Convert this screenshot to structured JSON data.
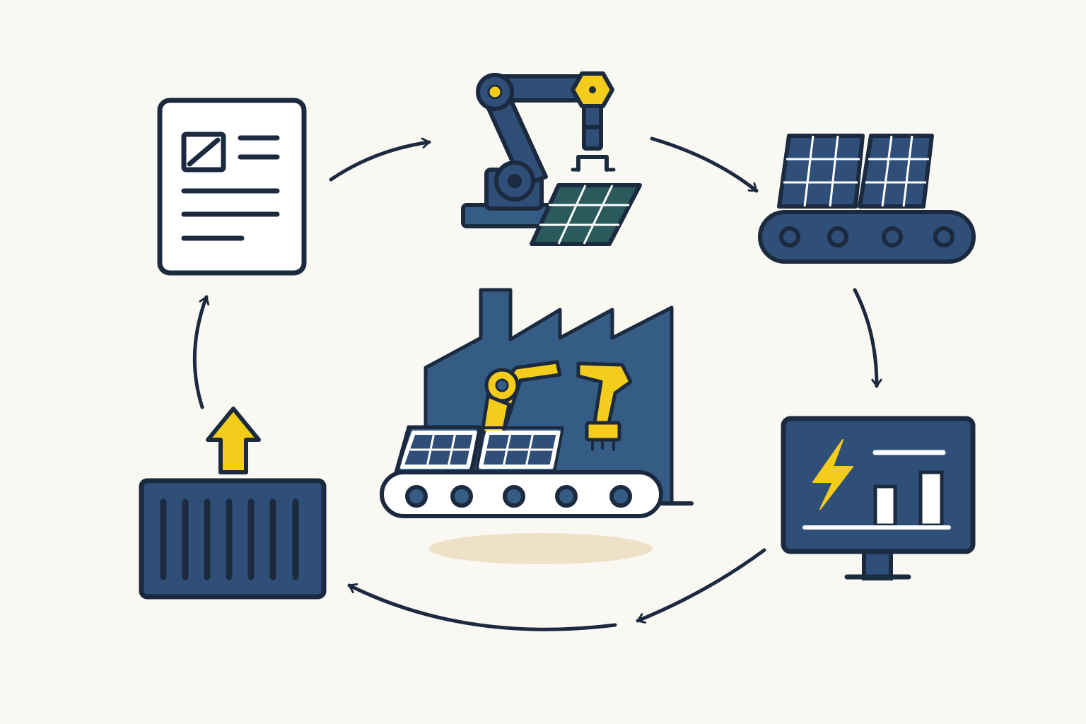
{
  "colors": {
    "background": "#faf8f3",
    "outline": "#1b2a3f",
    "navy": "#2f4f78",
    "panel": "#355c84",
    "accent": "#f4cc1c",
    "white": "#ffffff",
    "shadow": "#efe0c8"
  },
  "nodes": [
    {
      "id": "order-document",
      "icon": "document-icon"
    },
    {
      "id": "robotic-arm",
      "icon": "robot-arm-icon"
    },
    {
      "id": "conveyor",
      "icon": "conveyor-icon"
    },
    {
      "id": "energy-monitor",
      "icon": "monitor-icon"
    },
    {
      "id": "shipping-container",
      "icon": "container-icon"
    }
  ],
  "center": {
    "icon": "factory-icon"
  },
  "flow": [
    {
      "from": "order-document",
      "to": "robotic-arm"
    },
    {
      "from": "robotic-arm",
      "to": "conveyor"
    },
    {
      "from": "conveyor",
      "to": "energy-monitor"
    },
    {
      "from": "energy-monitor",
      "to": "shipping-container"
    },
    {
      "from": "shipping-container",
      "to": "order-document"
    }
  ]
}
